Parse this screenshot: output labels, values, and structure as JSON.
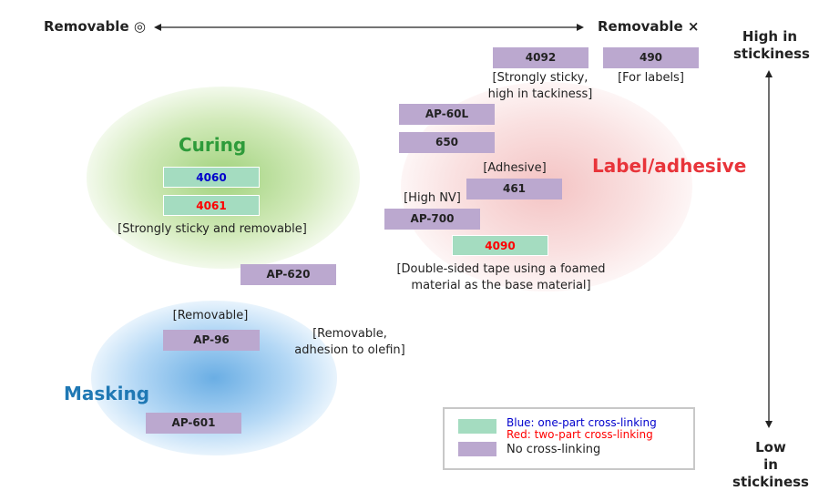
{
  "header": {
    "left_label": "Removable ◎",
    "right_label": "Removable ×",
    "high_label": "High in\nstickiness",
    "low_label": "Low\nin stickiness"
  },
  "categories": {
    "curing": "Curing",
    "masking": "Masking",
    "label": "Label/adhesive"
  },
  "colors": {
    "curing": "#2e9b3a",
    "masking": "#1f78b4",
    "label": "#e8343a",
    "one_part": "#0000cc",
    "two_part": "#ff0000",
    "no_crosslink_fill": "#bba8cf",
    "crosslink_fill": "#a4dcc0"
  },
  "products": {
    "p4092": "4092",
    "p490": "490",
    "pAP60L": "AP-60L",
    "p650": "650",
    "p461": "461",
    "pAP700": "AP-700",
    "p4090": "4090",
    "p4060": "4060",
    "p4061": "4061",
    "pAP620": "AP-620",
    "pAP96": "AP-96",
    "pAP601": "AP-601"
  },
  "notes": {
    "n4092": "[Strongly sticky,\nhigh in tackiness]",
    "n490": "[For labels]",
    "adhesive": "[Adhesive]",
    "high_nv": "[High NV]",
    "foamed": "[Double-sided tape using a foamed\nmaterial as the base material]",
    "curing": "[Strongly sticky and removable]",
    "removable": "[Removable]",
    "olefin": "[Removable,\nadhesion to olefin]"
  },
  "legend": {
    "one_part": "Blue: one-part cross-linking",
    "two_part": "Red: two-part cross-linking",
    "none": "No cross-linking"
  }
}
